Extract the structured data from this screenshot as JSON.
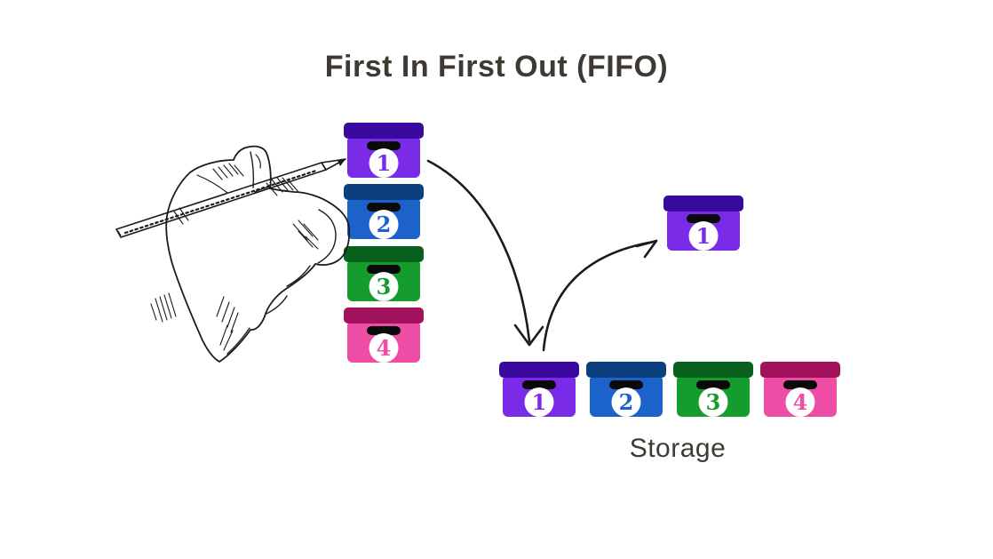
{
  "title": "First In First Out (FIFO)",
  "colors": {
    "text": "#3E3933",
    "ink": "#1b1b1b",
    "slot": "#0a0a0a",
    "badge": "#ffffff",
    "boxes": {
      "purple": {
        "lid": "#3A0A9E",
        "body": "#7A2BE8"
      },
      "blue": {
        "lid": "#0C3F7E",
        "body": "#1B63CA"
      },
      "green": {
        "lid": "#07611D",
        "body": "#149C2C"
      },
      "pink": {
        "lid": "#A1115C",
        "body": "#EE4DA5"
      }
    }
  },
  "stack": {
    "boxes": [
      {
        "number": "1",
        "color": "purple"
      },
      {
        "number": "2",
        "color": "blue"
      },
      {
        "number": "3",
        "color": "green"
      },
      {
        "number": "4",
        "color": "pink"
      }
    ]
  },
  "output_box": {
    "number": "1",
    "color": "purple"
  },
  "storage": {
    "label": "Storage",
    "boxes": [
      {
        "number": "1",
        "color": "purple"
      },
      {
        "number": "2",
        "color": "blue"
      },
      {
        "number": "3",
        "color": "green"
      },
      {
        "number": "4",
        "color": "pink"
      }
    ]
  },
  "illustrations": {
    "hand": "hand-holding-pencil-sketch",
    "arrow_out": "curved-arrow-stack-to-storage",
    "arrow_in": "curved-arrow-storage-to-output"
  }
}
